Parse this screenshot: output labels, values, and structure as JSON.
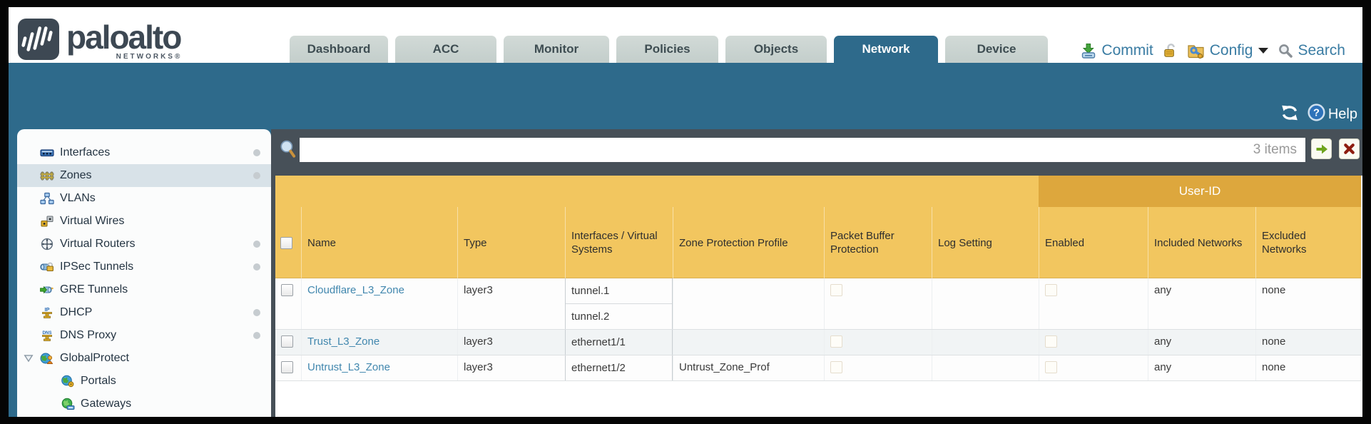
{
  "header": {
    "brand": "paloalto",
    "brand_sub": "NETWORKS®",
    "tabs": [
      {
        "label": "Dashboard",
        "active": false
      },
      {
        "label": "ACC",
        "active": false
      },
      {
        "label": "Monitor",
        "active": false
      },
      {
        "label": "Policies",
        "active": false
      },
      {
        "label": "Objects",
        "active": false
      },
      {
        "label": "Network",
        "active": true
      },
      {
        "label": "Device",
        "active": false
      }
    ],
    "utilities": {
      "commit": "Commit",
      "config": "Config",
      "search": "Search"
    }
  },
  "band": {
    "help": "Help"
  },
  "sidebar": {
    "items": [
      {
        "label": "Interfaces",
        "icon": "interfaces-icon",
        "selected": false,
        "dot": true,
        "child": false,
        "expander": false
      },
      {
        "label": "Zones",
        "icon": "zones-icon",
        "selected": true,
        "dot": true,
        "child": false,
        "expander": false
      },
      {
        "label": "VLANs",
        "icon": "vlans-icon",
        "selected": false,
        "dot": false,
        "child": false,
        "expander": false
      },
      {
        "label": "Virtual Wires",
        "icon": "virtual-wires-icon",
        "selected": false,
        "dot": false,
        "child": false,
        "expander": false
      },
      {
        "label": "Virtual Routers",
        "icon": "virtual-routers-icon",
        "selected": false,
        "dot": true,
        "child": false,
        "expander": false
      },
      {
        "label": "IPSec Tunnels",
        "icon": "ipsec-tunnels-icon",
        "selected": false,
        "dot": true,
        "child": false,
        "expander": false
      },
      {
        "label": "GRE Tunnels",
        "icon": "gre-tunnels-icon",
        "selected": false,
        "dot": false,
        "child": false,
        "expander": false
      },
      {
        "label": "DHCP",
        "icon": "dhcp-icon",
        "selected": false,
        "dot": true,
        "child": false,
        "expander": false
      },
      {
        "label": "DNS Proxy",
        "icon": "dns-proxy-icon",
        "selected": false,
        "dot": true,
        "child": false,
        "expander": false
      },
      {
        "label": "GlobalProtect",
        "icon": "globalprotect-icon",
        "selected": false,
        "dot": false,
        "child": false,
        "expander": true
      },
      {
        "label": "Portals",
        "icon": "portals-icon",
        "selected": false,
        "dot": false,
        "child": true,
        "expander": false
      },
      {
        "label": "Gateways",
        "icon": "gateways-icon",
        "selected": false,
        "dot": false,
        "child": true,
        "expander": false
      }
    ]
  },
  "content": {
    "search": {
      "value": "",
      "count": "3 items"
    },
    "table": {
      "group_header": "User-ID",
      "columns": [
        "Name",
        "Type",
        "Interfaces / Virtual Systems",
        "Zone Protection Profile",
        "Packet Buffer Protection",
        "Log Setting",
        "Enabled",
        "Included Networks",
        "Excluded Networks"
      ],
      "rows": [
        {
          "name": "Cloudflare_L3_Zone",
          "type": "layer3",
          "interfaces": [
            "tunnel.1",
            "tunnel.2"
          ],
          "zone_protection_profile": "",
          "packet_buffer_protection": false,
          "log_setting": "",
          "user_id_enabled": false,
          "included_networks": "any",
          "excluded_networks": "none"
        },
        {
          "name": "Trust_L3_Zone",
          "type": "layer3",
          "interfaces": [
            "ethernet1/1"
          ],
          "zone_protection_profile": "",
          "packet_buffer_protection": false,
          "log_setting": "",
          "user_id_enabled": false,
          "included_networks": "any",
          "excluded_networks": "none"
        },
        {
          "name": "Untrust_L3_Zone",
          "type": "layer3",
          "interfaces": [
            "ethernet1/2"
          ],
          "zone_protection_profile": "Untrust_Zone_Prof",
          "packet_buffer_protection": false,
          "log_setting": "",
          "user_id_enabled": false,
          "included_networks": "any",
          "excluded_networks": "none"
        }
      ]
    }
  },
  "colors": {
    "teal_band": "#2e6a8b",
    "strip_gray": "#475058",
    "header_amber": "#f2c65f",
    "group_amber": "#dda73d",
    "link_blue": "#4187ae",
    "selected_item": "#d8e2e8"
  }
}
